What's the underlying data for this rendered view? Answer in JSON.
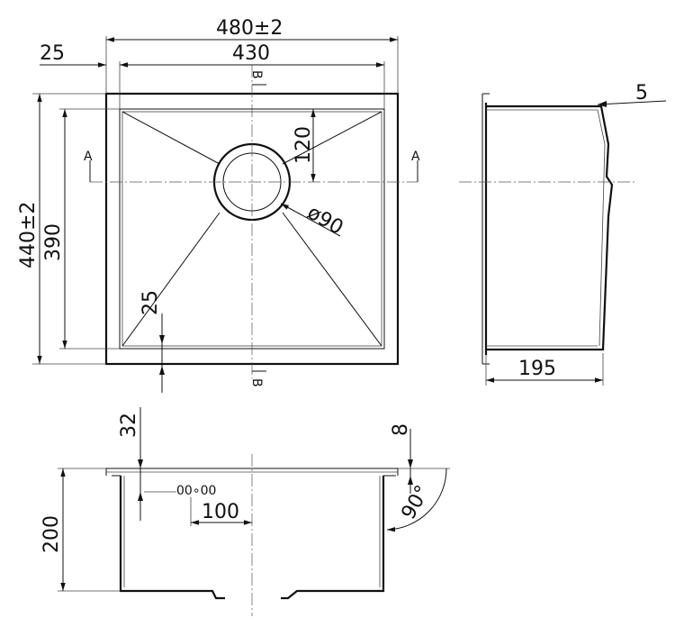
{
  "drawing": {
    "top_view": {
      "width_overall": "480±2",
      "width_inner": "430",
      "flange": "25",
      "height_overall": "440±2",
      "height_inner": "390",
      "drain_offset": "120",
      "drain_diameter": "ø90",
      "corner_radius": "25",
      "section_a": "A",
      "section_b": "B"
    },
    "side_view": {
      "lip": "5",
      "depth": "195"
    },
    "section_view": {
      "rim_height": "32",
      "rim_offset": "8",
      "angle": "90°",
      "overflow_distance": "100",
      "bowl_depth": "200",
      "overflow_mark": "00∘00"
    }
  }
}
